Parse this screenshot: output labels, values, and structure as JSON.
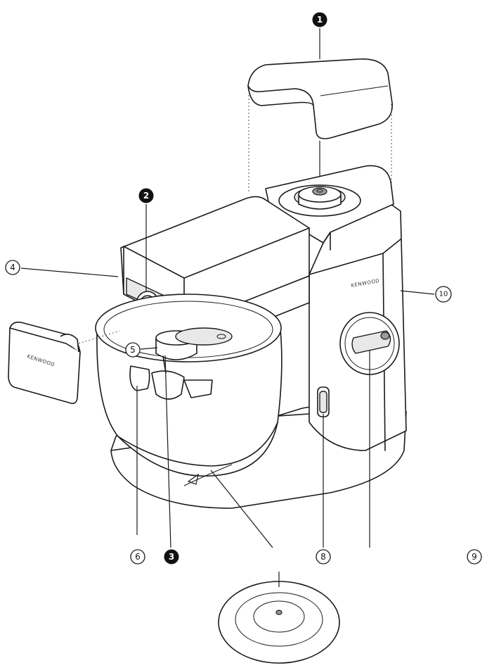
{
  "callouts": [
    {
      "id": "1",
      "label": "1",
      "style": "filled"
    },
    {
      "id": "2",
      "label": "2",
      "style": "filled"
    },
    {
      "id": "3",
      "label": "3",
      "style": "filled"
    },
    {
      "id": "4",
      "label": "4",
      "style": "outline"
    },
    {
      "id": "5",
      "label": "5",
      "style": "outline"
    },
    {
      "id": "6",
      "label": "6",
      "style": "outline"
    },
    {
      "id": "8",
      "label": "8",
      "style": "outline"
    },
    {
      "id": "9",
      "label": "9",
      "style": "outline"
    },
    {
      "id": "10",
      "label": "10",
      "style": "outline"
    }
  ],
  "outlet_cover_brand": "KENWOOD",
  "mixer_brand": "KENWOOD"
}
